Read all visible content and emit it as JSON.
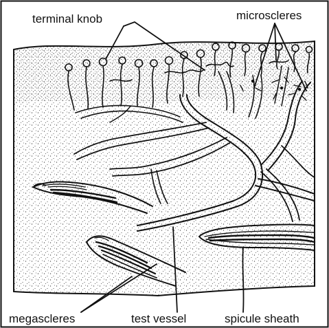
{
  "labels": {
    "terminal_knob": "terminal knob",
    "microscleres": "microscleres",
    "megascleres": "megascleres",
    "test_vessel": "test vessel",
    "spicule_sheath": "spicule sheath"
  },
  "colors": {
    "ink": "#111111",
    "background": "#ffffff",
    "stipple": "#3a3a3a"
  }
}
